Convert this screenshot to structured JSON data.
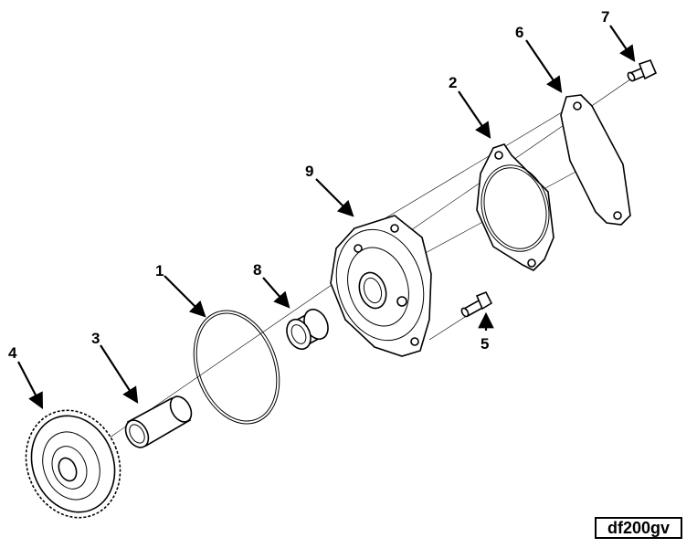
{
  "callouts": [
    "1",
    "2",
    "3",
    "4",
    "5",
    "6",
    "7",
    "8",
    "9"
  ],
  "reference_code": "df200gv"
}
